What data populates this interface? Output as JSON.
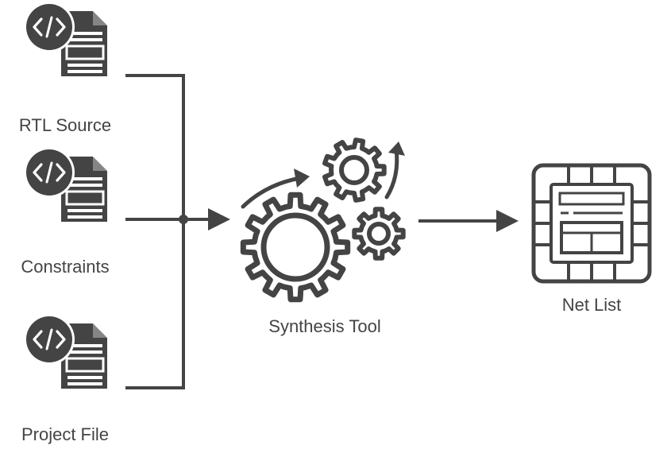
{
  "diagram": {
    "inputs": [
      {
        "label": "RTL Source",
        "icon": "code-file-icon"
      },
      {
        "label": "Constraints",
        "icon": "code-file-icon"
      },
      {
        "label": "Project File",
        "icon": "code-file-icon"
      }
    ],
    "process": {
      "label": "Synthesis Tool",
      "icon": "gears-icon"
    },
    "output": {
      "label": "Net List",
      "icon": "chip-icon"
    },
    "colors": {
      "stroke": "#444444",
      "fill": "#444444",
      "background": "#ffffff"
    }
  }
}
